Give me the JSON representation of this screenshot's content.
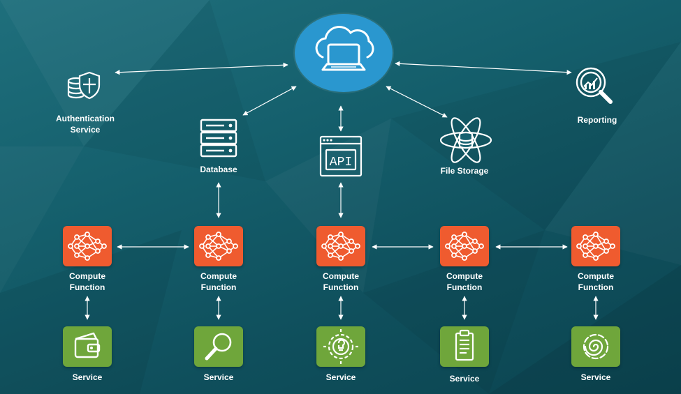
{
  "top_nodes": {
    "auth_label_line1": "Authentication",
    "auth_label_line2": "Service",
    "database_label": "Database",
    "api_text": "API",
    "file_storage_label": "File Storage",
    "reporting_label": "Reporting"
  },
  "compute_functions": [
    {
      "line1": "Compute",
      "line2": "Function"
    },
    {
      "line1": "Compute",
      "line2": "Function"
    },
    {
      "line1": "Compute",
      "line2": "Function"
    },
    {
      "line1": "Compute",
      "line2": "Function"
    },
    {
      "line1": "Compute",
      "line2": "Function"
    }
  ],
  "services": [
    {
      "label": "Service",
      "icon": "wallet-icon"
    },
    {
      "label": "Service",
      "icon": "magnifier-icon"
    },
    {
      "label": "Service",
      "icon": "bulb-gear-icon"
    },
    {
      "label": "Service",
      "icon": "clipboard-icon"
    },
    {
      "label": "Service",
      "icon": "spiral-icon"
    }
  ],
  "colors": {
    "cloud": "#2a97cf",
    "compute": "#ef5b2f",
    "service": "#6fa63b",
    "line": "#ffffff"
  }
}
